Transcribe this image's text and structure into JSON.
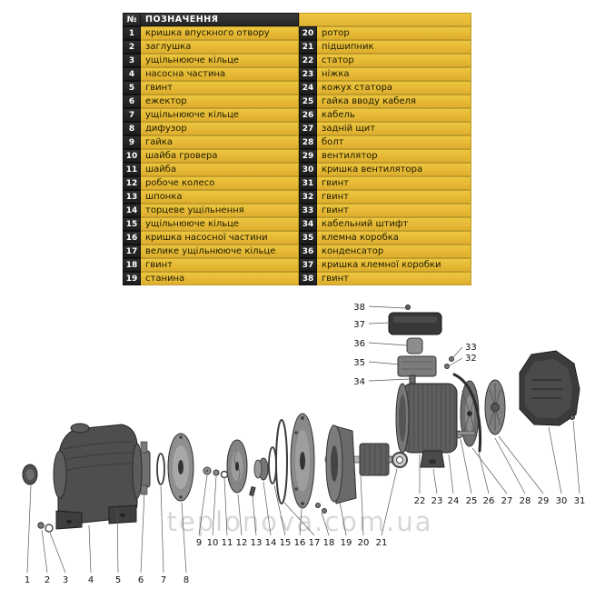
{
  "colors": {
    "table_yellow": "#edc63f",
    "table_header_bg": "#262626",
    "number_cell_bg": "#2e2e2e",
    "label_text": "#1c1c00"
  },
  "table": {
    "header": {
      "num": "№",
      "name": "ПОЗНАЧЕННЯ"
    },
    "left_rows": [
      {
        "num": "1",
        "label": "кришка впускного отвору"
      },
      {
        "num": "2",
        "label": "заглушка"
      },
      {
        "num": "3",
        "label": "ущільнююче кільце"
      },
      {
        "num": "4",
        "label": "насосна частина"
      },
      {
        "num": "5",
        "label": "гвинт"
      },
      {
        "num": "6",
        "label": "ежектор"
      },
      {
        "num": "7",
        "label": "ущільнююче кільце"
      },
      {
        "num": "8",
        "label": "дифузор"
      },
      {
        "num": "9",
        "label": "гайка"
      },
      {
        "num": "10",
        "label": "шайба гровера"
      },
      {
        "num": "11",
        "label": "шайба"
      },
      {
        "num": "12",
        "label": "робоче колесо"
      },
      {
        "num": "13",
        "label": "шпонка"
      },
      {
        "num": "14",
        "label": "торцеве ущільнення"
      },
      {
        "num": "15",
        "label": "ущільнююче кільце"
      },
      {
        "num": "16",
        "label": "кришка насосної частини"
      },
      {
        "num": "17",
        "label": "велике ущільнююче  кільце"
      },
      {
        "num": "18",
        "label": "гвинт"
      },
      {
        "num": "19",
        "label": "станина"
      }
    ],
    "right_rows": [
      {
        "num": "20",
        "label": "ротор"
      },
      {
        "num": "21",
        "label": "підшипник"
      },
      {
        "num": "22",
        "label": "статор"
      },
      {
        "num": "23",
        "label": "ніжка"
      },
      {
        "num": "24",
        "label": "кожух статора"
      },
      {
        "num": "25",
        "label": "гайка вводу кабеля"
      },
      {
        "num": "26",
        "label": "кабель"
      },
      {
        "num": "27",
        "label": "задній щит"
      },
      {
        "num": "28",
        "label": "болт"
      },
      {
        "num": "29",
        "label": "вентилятор"
      },
      {
        "num": "30",
        "label": "кришка вентилятора"
      },
      {
        "num": "31",
        "label": "гвинт"
      },
      {
        "num": "32",
        "label": "гвинт"
      },
      {
        "num": "33",
        "label": "гвинт"
      },
      {
        "num": "34",
        "label": "кабельний штифт"
      },
      {
        "num": "35",
        "label": "клемна коробка"
      },
      {
        "num": "36",
        "label": "конденсатор"
      },
      {
        "num": "37",
        "label": "кришка клемної коробки"
      },
      {
        "num": "38",
        "label": "гвинт"
      }
    ]
  },
  "diagram": {
    "watermark": "teplonova.com.ua",
    "callouts": [
      "1",
      "2",
      "3",
      "4",
      "5",
      "6",
      "7",
      "8",
      "9",
      "10",
      "11",
      "12",
      "13",
      "14",
      "15",
      "16",
      "17",
      "18",
      "19",
      "20",
      "21",
      "22",
      "23",
      "24",
      "25",
      "26",
      "27",
      "28",
      "29",
      "30",
      "31",
      "32",
      "33",
      "34",
      "35",
      "36",
      "37",
      "38"
    ]
  }
}
